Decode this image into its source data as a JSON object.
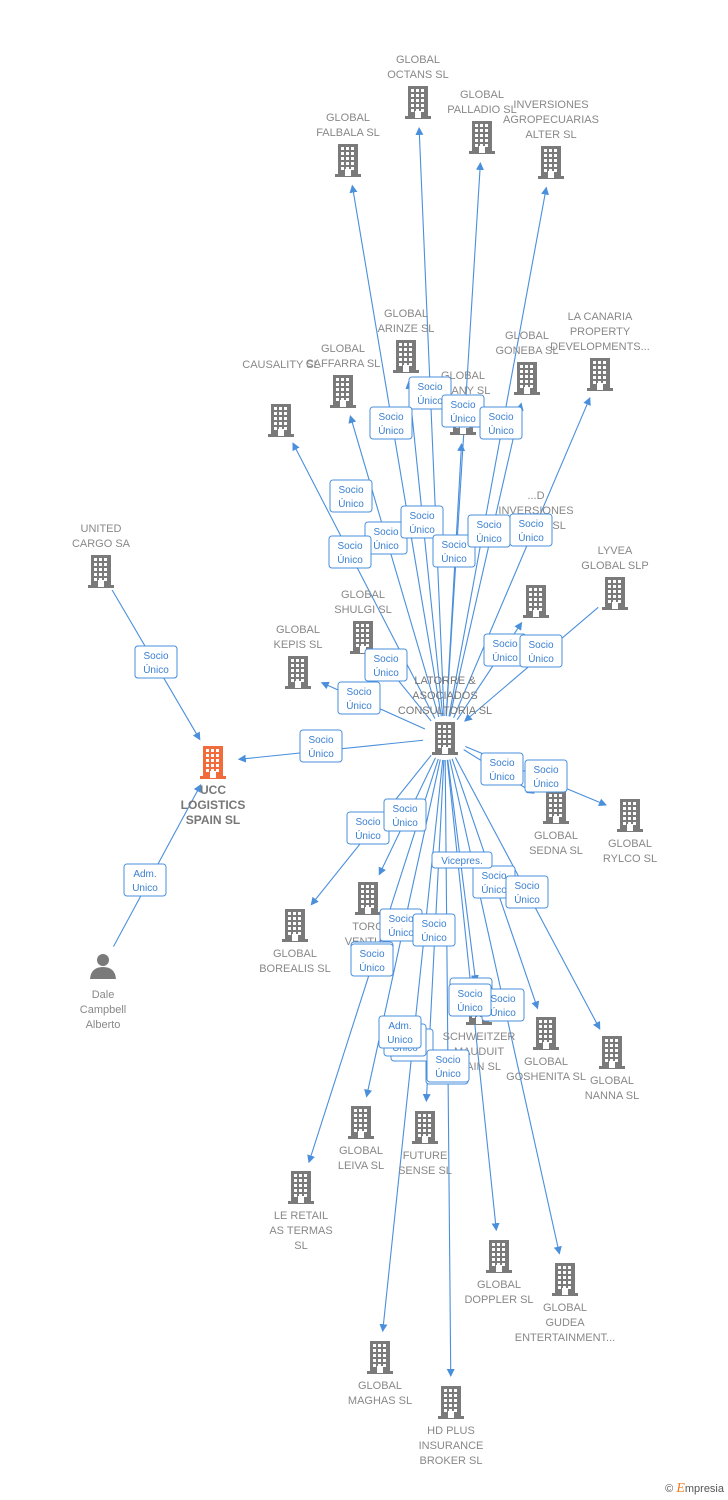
{
  "center_node": {
    "id": "latorre",
    "lines": [
      "LATORRE &",
      "ASOCIADOS",
      "CONSULTORIA SL"
    ]
  },
  "focus_node": {
    "id": "ucc",
    "lines": [
      "UCC",
      "LOGISTICS",
      "SPAIN  SL"
    ]
  },
  "nodes": [
    {
      "id": "octans",
      "type": "company",
      "lines": [
        "GLOBAL",
        "OCTANS  SL"
      ]
    },
    {
      "id": "palladio",
      "type": "company",
      "lines": [
        "GLOBAL",
        "PALLADIO  SL"
      ]
    },
    {
      "id": "agropecuarias",
      "type": "company",
      "lines": [
        "INVERSIONES",
        "AGROPECUARIAS",
        "ALTER  SL"
      ]
    },
    {
      "id": "falbala",
      "type": "company",
      "lines": [
        "GLOBAL",
        "FALBALA  SL"
      ]
    },
    {
      "id": "arinze",
      "type": "company",
      "lines": [
        "GLOBAL",
        "ARINZE  SL"
      ]
    },
    {
      "id": "goneba",
      "type": "company",
      "lines": [
        "GLOBAL",
        "GONEBA  SL"
      ]
    },
    {
      "id": "canaria",
      "type": "company",
      "lines": [
        "LA CANARIA",
        "PROPERTY",
        "DEVELOPMENTS..."
      ]
    },
    {
      "id": "caffarra",
      "type": "company",
      "lines": [
        "GLOBAL",
        "CAFFARRA  SL"
      ]
    },
    {
      "id": "pany",
      "type": "company",
      "lines": [
        "GLOBAL",
        "...PANY  SL"
      ]
    },
    {
      "id": "causality",
      "type": "company",
      "lines": [
        "CAUSALITY  SL"
      ]
    },
    {
      "id": "united",
      "type": "company",
      "lines": [
        "UNITED",
        "CARGO SA"
      ]
    },
    {
      "id": "inversiones_es",
      "type": "company",
      "lines": [
        "...D",
        "INVERSIONES",
        "ESPAÑA  SL"
      ]
    },
    {
      "id": "lyvea",
      "type": "company",
      "lines": [
        "LYVEA",
        "GLOBAL  SLP"
      ]
    },
    {
      "id": "shulgi",
      "type": "company",
      "lines": [
        "GLOBAL",
        "SHULGI  SL"
      ]
    },
    {
      "id": "kepis",
      "type": "company",
      "lines": [
        "GLOBAL",
        "KEPIS  SL"
      ]
    },
    {
      "id": "sedna",
      "type": "company",
      "lines": [
        "GLOBAL",
        "SEDNA  SL"
      ]
    },
    {
      "id": "rylco",
      "type": "company",
      "lines": [
        "GLOBAL",
        "RYLCO  SL"
      ]
    },
    {
      "id": "borealis",
      "type": "company",
      "lines": [
        "GLOBAL",
        "BOREALIS  SL"
      ]
    },
    {
      "id": "toro",
      "type": "company",
      "lines": [
        "TORO",
        "VENTU...",
        "FIN..."
      ]
    },
    {
      "id": "schweitzer",
      "type": "company",
      "lines": [
        "SCHWEITZER",
        "MAUDUIT",
        "...AIN SL"
      ]
    },
    {
      "id": "goshenita",
      "type": "company",
      "lines": [
        "GLOBAL",
        "GOSHENITA SL"
      ]
    },
    {
      "id": "nanna",
      "type": "company",
      "lines": [
        "GLOBAL",
        "NANNA  SL"
      ]
    },
    {
      "id": "leiva",
      "type": "company",
      "lines": [
        "GLOBAL",
        "LEIVA  SL"
      ]
    },
    {
      "id": "future",
      "type": "company",
      "lines": [
        "FUTURE",
        "SENSE  SL"
      ]
    },
    {
      "id": "termas",
      "type": "company",
      "lines": [
        "LE RETAIL",
        "AS TERMAS",
        "SL"
      ]
    },
    {
      "id": "doppler",
      "type": "company",
      "lines": [
        "GLOBAL",
        "DOPPLER  SL"
      ]
    },
    {
      "id": "gudea",
      "type": "company",
      "lines": [
        "GLOBAL",
        "GUDEA",
        "ENTERTAINMENT..."
      ]
    },
    {
      "id": "maghas",
      "type": "company",
      "lines": [
        "GLOBAL",
        "MAGHAS  SL"
      ]
    },
    {
      "id": "hdplus",
      "type": "company",
      "lines": [
        "HD PLUS",
        "INSURANCE",
        "BROKER  SL"
      ]
    },
    {
      "id": "dale",
      "type": "person",
      "lines": [
        "Dale",
        "Campbell",
        "Alberto"
      ]
    }
  ],
  "edge_labels": [
    {
      "lines": [
        "Socio",
        "Único"
      ]
    },
    {
      "lines": [
        "Socio",
        "Único"
      ]
    },
    {
      "lines": [
        "Socio",
        "Único"
      ]
    },
    {
      "lines": [
        "Socio",
        "Único"
      ]
    },
    {
      "lines": [
        "Socio",
        "Único"
      ]
    },
    {
      "lines": [
        "Socio",
        "Único"
      ]
    },
    {
      "lines": [
        "Socio",
        "Único"
      ]
    },
    {
      "lines": [
        "Socio",
        "Único"
      ]
    },
    {
      "lines": [
        "Socio",
        "Único"
      ]
    },
    {
      "lines": [
        "Socio",
        "Único"
      ]
    },
    {
      "lines": [
        "Socio",
        "Único"
      ]
    },
    {
      "lines": [
        "Socio",
        "Único"
      ]
    },
    {
      "lines": [
        "Socio",
        "Único"
      ]
    },
    {
      "lines": [
        "Socio",
        "Único"
      ]
    },
    {
      "lines": [
        "Socio",
        "Único"
      ]
    },
    {
      "lines": [
        "Socio",
        "Único"
      ]
    },
    {
      "lines": [
        "Socio",
        "Único"
      ]
    },
    {
      "lines": [
        "Socio",
        "Único"
      ]
    },
    {
      "lines": [
        "Socio",
        "Único"
      ]
    },
    {
      "lines": [
        "Socio",
        "Único"
      ]
    },
    {
      "lines": [
        "Socio",
        "Único"
      ]
    },
    {
      "lines": [
        "Socio",
        "Único"
      ]
    },
    {
      "lines": [
        "Socio",
        "Único"
      ]
    },
    {
      "lines": [
        "Socio",
        "Único"
      ]
    },
    {
      "lines": [
        "Socio",
        "Único"
      ]
    },
    {
      "lines": [
        "Socio",
        "Único"
      ]
    },
    {
      "lines": [
        "Socio",
        "Único"
      ]
    },
    {
      "lines": [
        "Socio",
        "Único"
      ]
    },
    {
      "lines": [
        "Vicepres."
      ]
    },
    {
      "lines": [
        "Socio",
        "Único"
      ]
    },
    {
      "lines": [
        "Socio",
        "Único"
      ]
    },
    {
      "lines": [
        "Socio",
        "Único"
      ]
    },
    {
      "lines": [
        "Socio",
        "Único"
      ]
    },
    {
      "lines": [
        "Socio",
        "Único"
      ]
    },
    {
      "lines": [
        "Socio",
        "Único"
      ]
    },
    {
      "lines": [
        "Adm.",
        "Unico"
      ]
    },
    {
      "lines": [
        "Socio",
        "Único"
      ]
    },
    {
      "lines": [
        "Adm.",
        "Unico"
      ]
    }
  ],
  "colors": {
    "edge": "#4a8fdc",
    "building": "#7a7a7a",
    "focus": "#f26b3a",
    "label": "#888888"
  },
  "brand": {
    "symbol": "©",
    "name": "mpresia",
    "initial": "E"
  }
}
